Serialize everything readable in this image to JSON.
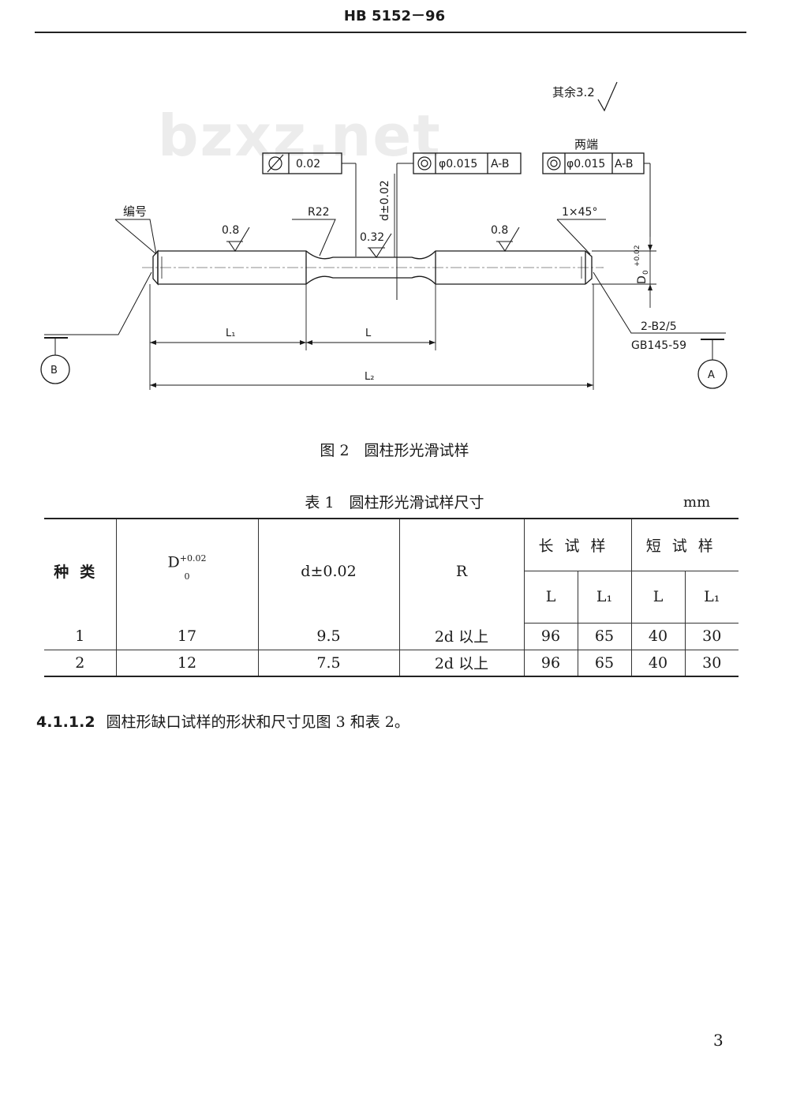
{
  "header": {
    "code": "HB 5152－96"
  },
  "watermark": "bzxz.net",
  "drawing": {
    "roughness_rest": "其余3.2",
    "both_ends": "两端",
    "tol_cyl_value": "0.02",
    "tol_runout1_value": "φ0.015",
    "tol_runout1_datum": "A-B",
    "tol_runout2_value": "φ0.015",
    "tol_runout2_datum": "A-B",
    "label_numbering": "编号",
    "label_R22": "R22",
    "label_d_tol": "d±0.02",
    "rough_left": "0.8",
    "rough_mid": "0.32",
    "rough_right": "0.8",
    "chamfer": "1×45°",
    "D_label": "D",
    "D_sup": "+0.02",
    "D_sub": "0",
    "center_hole": "2-B2/5",
    "center_std": "GB145-59",
    "dim_L1": "L₁",
    "dim_L": "L",
    "dim_L2": "L₂",
    "datum_B": "B",
    "datum_A": "A"
  },
  "figure_caption": "图 2　圆柱形光滑试样",
  "table_caption": "表 1　圆柱形光滑试样尺寸",
  "unit": "mm",
  "table": {
    "col_kind": "种类",
    "col_D": "D",
    "col_D_sup": "+0.02",
    "col_D_sub": "0",
    "col_d": "d±0.02",
    "col_R": "R",
    "group_long": "长试样",
    "group_short": "短试样",
    "sub_L": "L",
    "sub_L1": "L₁",
    "rows": [
      {
        "kind": "1",
        "D": "17",
        "d": "9.5",
        "R": "2d 以上",
        "long_L": "96",
        "long_L1": "65",
        "short_L": "40",
        "short_L1": "30"
      },
      {
        "kind": "2",
        "D": "12",
        "d": "7.5",
        "R": "2d 以上",
        "long_L": "96",
        "long_L1": "65",
        "short_L": "40",
        "short_L1": "30"
      }
    ]
  },
  "paragraph": {
    "number": "4.1.1.2",
    "text": "圆柱形缺口试样的形状和尺寸见图 3 和表 2。"
  },
  "page_number": "3"
}
